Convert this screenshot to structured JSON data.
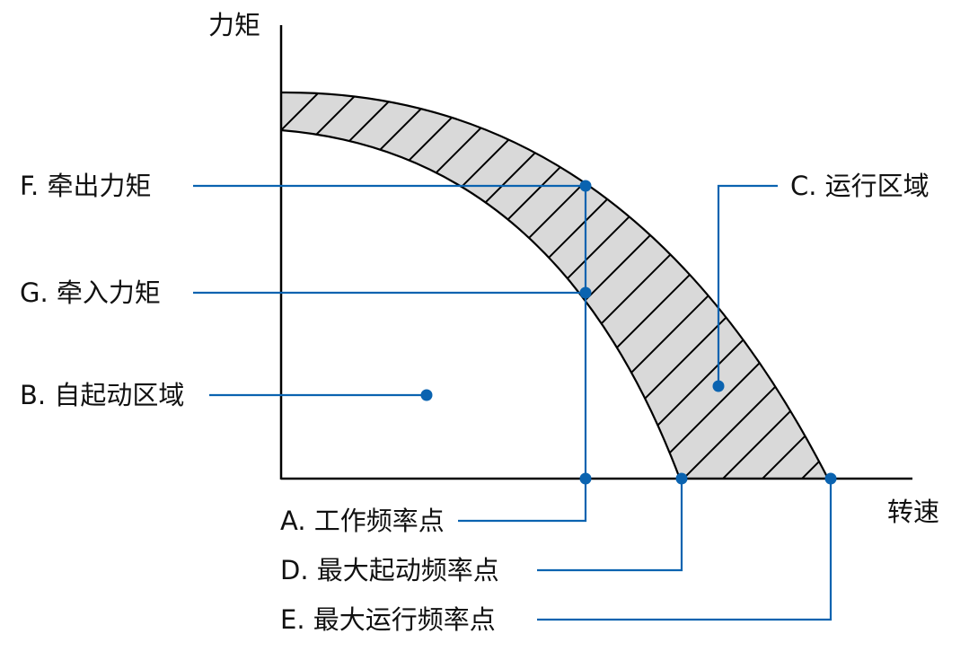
{
  "axes": {
    "y_label": "力矩",
    "x_label": "转速"
  },
  "labels": {
    "f": "F. 牵出力矩",
    "g": "G. 牵入力矩",
    "b": "B. 自起动区域",
    "c": "C. 运行区域",
    "a": "A. 工作频率点",
    "d": "D. 最大起动频率点",
    "e": "E. 最大运行频率点"
  },
  "colors": {
    "accent": "#0A63B0",
    "band_fill": "#D9D9D9",
    "line": "#000000"
  }
}
